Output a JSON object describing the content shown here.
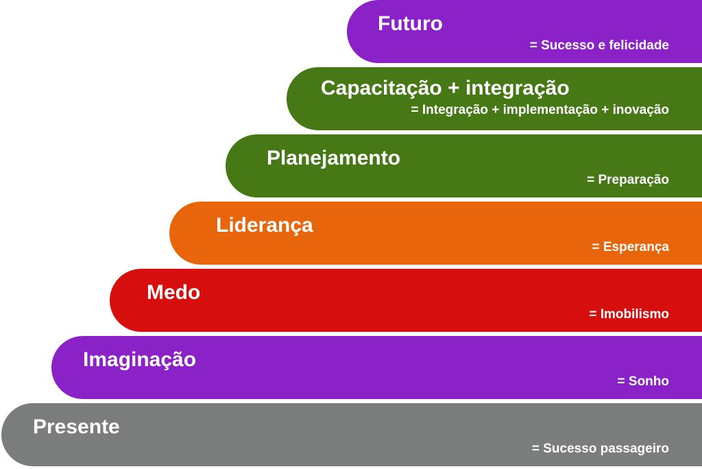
{
  "chart_data": {
    "type": "diagram",
    "steps": [
      {
        "label": "Presente",
        "meaning": "= Sucesso passageiro",
        "color": "#7b7d7d"
      },
      {
        "label": "Imaginação",
        "meaning": "= Sonho",
        "color": "#8b22c7"
      },
      {
        "label": "Medo",
        "meaning": "= Imobilismo",
        "color": "#d60e0d"
      },
      {
        "label": "Liderança",
        "meaning": "= Esperança",
        "color": "#e8650b"
      },
      {
        "label": "Planejamento",
        "meaning": "= Preparação",
        "color": "#467916"
      },
      {
        "label": "Capacitação + integração",
        "meaning": "= Integração + implementação + inovação",
        "color": "#467916"
      },
      {
        "label": "Futuro",
        "meaning": "= Sucesso e felicidade",
        "color": "#8b22c7"
      }
    ]
  }
}
